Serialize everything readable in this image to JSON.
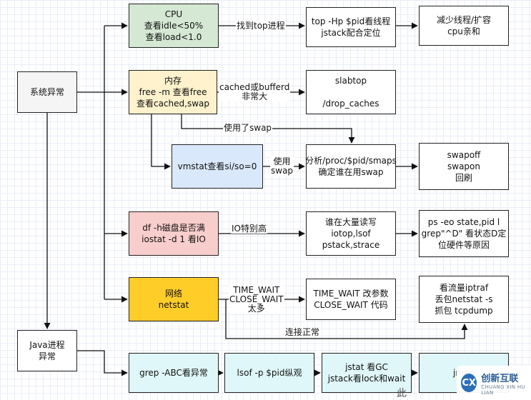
{
  "colors": {
    "green": "#d5e8d4",
    "yellow": "#fff2cc",
    "blue": "#dae8fc",
    "red": "#f8cecc",
    "orange": "#ffcd28",
    "cyan": "#e0f7f9",
    "white": "#ffffff",
    "gray": "#f5f5f5"
  },
  "nodes": {
    "system": {
      "lines": [
        "系统异常"
      ]
    },
    "java": {
      "lines": [
        "Java进程",
        "异常"
      ]
    },
    "cpu": {
      "lines": [
        "CPU",
        "查看idle<50%",
        "查看load<1.0"
      ]
    },
    "top": {
      "lines": [
        "top -Hp $pid看线程",
        "jstack配合定位"
      ]
    },
    "reduce": {
      "lines": [
        "减少线程/扩容",
        "cpu亲和"
      ]
    },
    "mem": {
      "lines": [
        "内存",
        "free -m 查看free",
        "查看cached,swap"
      ]
    },
    "slab": {
      "lines": [
        "slabtop",
        "",
        "/drop_caches"
      ]
    },
    "vmstat": {
      "lines": [
        "vmstat查看si/so=0"
      ]
    },
    "smaps": {
      "lines": [
        "分析/proc/$pid/smaps",
        "确定谁在用swap"
      ]
    },
    "swapoff": {
      "lines": [
        "swapoff",
        "swapon",
        "回刷"
      ]
    },
    "df": {
      "lines": [
        "df -h磁盘是否满",
        "iostat -d 1 看IO"
      ]
    },
    "iotop": {
      "lines": [
        "谁在大量读写",
        "iotop,lsof",
        "pstack,strace"
      ]
    },
    "ps": {
      "lines": [
        "ps -eo state,pid l",
        "grep\"^D\" 看状态D定",
        "位硬件等原因"
      ]
    },
    "net": {
      "lines": [
        "网络",
        "netstat"
      ]
    },
    "tw": {
      "lines": [
        "TIME_WAIT 改参数",
        "CLOSE_WAIT 代码"
      ]
    },
    "iptraf": {
      "lines": [
        "看流量iptraf",
        "丢包netstat -s",
        "抓包 tcpdump"
      ]
    },
    "grep": {
      "lines": [
        "grep  -ABC看异常"
      ]
    },
    "lsof": {
      "lines": [
        "lsof -p $pid纵观"
      ]
    },
    "jstat": {
      "lines": [
        "jstat 看GC",
        "jstack看lock和wait"
      ]
    },
    "jmap": {
      "lines": [
        "jmap"
      ]
    }
  },
  "labels": {
    "find_top": [
      "找到top进程"
    ],
    "cached": [
      "cached或bufferd",
      "非常大"
    ],
    "used_swap": [
      "使用了swap"
    ],
    "use_swap": [
      "使用",
      "swap"
    ],
    "io_high": [
      "IO特别高"
    ],
    "timewait": [
      "TIME_WAIT",
      "CLOSE_WAIT",
      "太多"
    ],
    "conn_ok": [
      "连接正常"
    ]
  },
  "corner_text": "此",
  "logo": {
    "mark": "CX",
    "name": "创新互联",
    "sub": "CHUANG XIN HU LIAN"
  }
}
